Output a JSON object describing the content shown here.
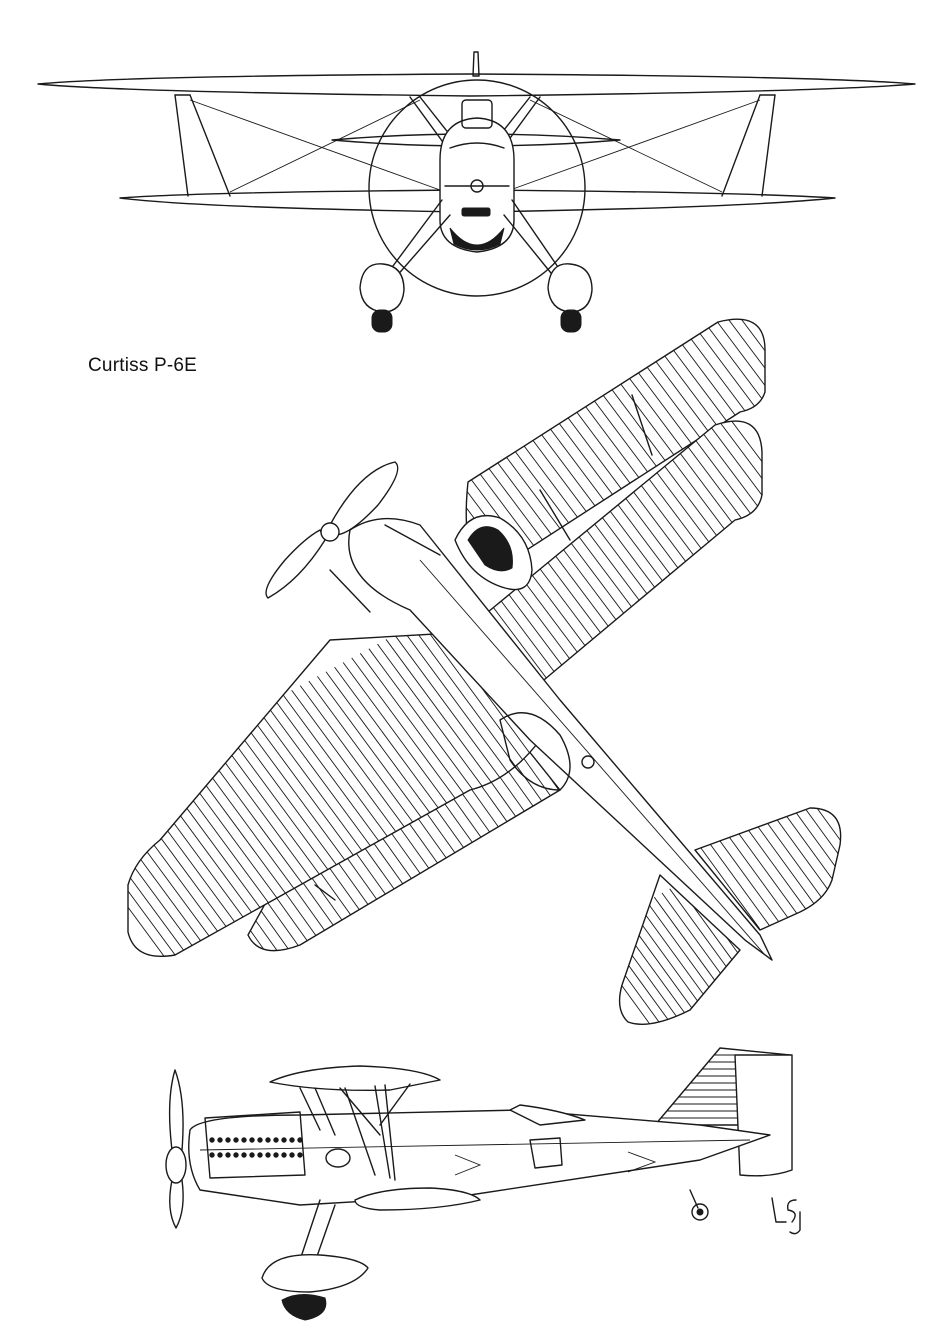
{
  "drawing": {
    "caption": "Curtiss P-6E",
    "views": [
      "front-view",
      "plan-view",
      "side-view"
    ],
    "signature_monogram": "LSJ",
    "line_color": "#1a1a1a",
    "paper_color": "#ffffff"
  }
}
